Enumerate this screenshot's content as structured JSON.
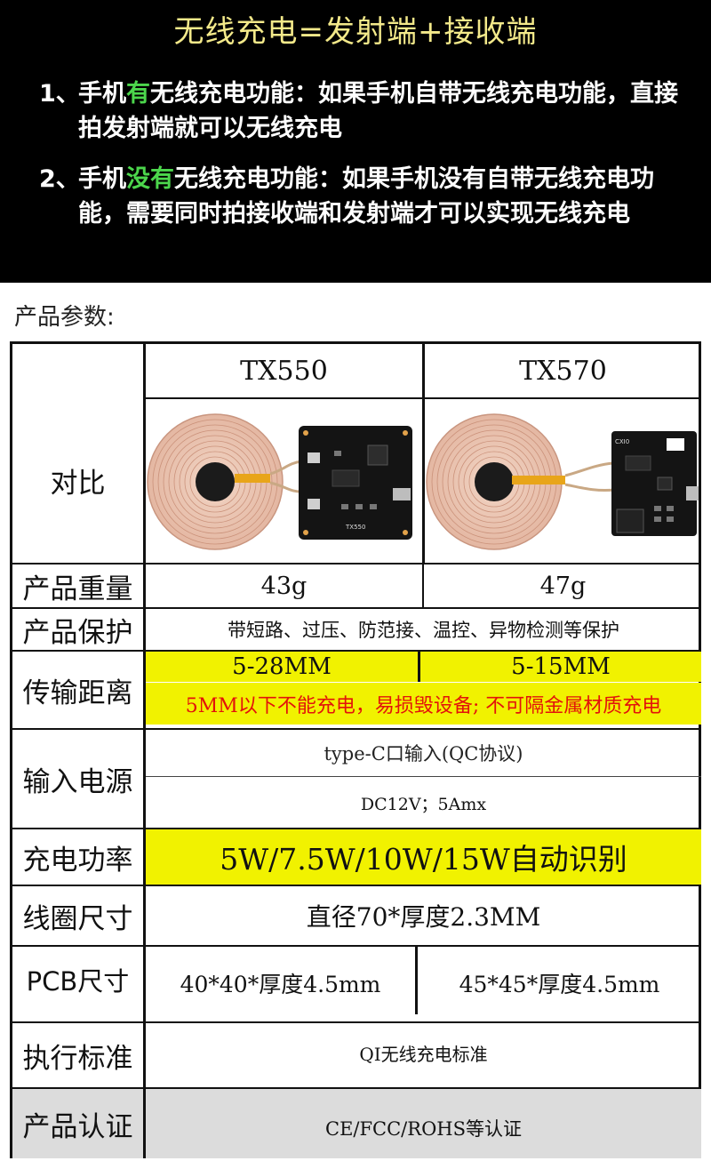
{
  "banner": {
    "title": "无线充电=发射端+接收端",
    "point1": {
      "num": "1、",
      "pre": "手机",
      "highlight": "有",
      "post": "无线充电功能：如果手机自带无线充电功能，直接拍发射端就可以无线充电"
    },
    "point2": {
      "num": "2、",
      "pre": "手机",
      "highlight": "没有",
      "post": "无线充电功能：如果手机没有自带无线充电功能，需要同时拍接收端和发射端才可以实现无线充电"
    },
    "highlight_color": "#4cd64c"
  },
  "section_label": "产品参数:",
  "table": {
    "models": [
      "TX550",
      "TX570"
    ],
    "compare_label": "对比",
    "weight": {
      "label": "产品重量",
      "values": [
        "43g",
        "47g"
      ]
    },
    "protection": {
      "label": "产品保护",
      "value": "带短路、过压、防范接、温控、异物检测等保护"
    },
    "distance": {
      "label": "传输距离",
      "values": [
        "5-28MM",
        "5-15MM"
      ],
      "warning": "5MM以下不能充电，易损毁设备; 不可隔金属材质充电"
    },
    "input": {
      "label": "输入电源",
      "line1": "type-C口输入(QC协议)",
      "line2": "DC12V；5Amx"
    },
    "power": {
      "label": "充电功率",
      "value": "5W/7.5W/10W/15W自动识别"
    },
    "coil": {
      "label": "线圈尺寸",
      "value": "直径70*厚度2.3MM"
    },
    "pcb": {
      "label": "PCB尺寸",
      "values": [
        "40*40*厚度4.5mm",
        "45*45*厚度4.5mm"
      ]
    },
    "standard": {
      "label": "执行标准",
      "value": "QI无线充电标准"
    },
    "cert": {
      "label": "产品认证",
      "value": "CE/FCC/ROHS等认证"
    },
    "pcb_labels": [
      "TX550",
      "CXI0"
    ],
    "colors": {
      "highlight_yellow": "#f1f200",
      "warning_red": "#e3120b",
      "cert_bg": "#dcdcdc"
    }
  }
}
